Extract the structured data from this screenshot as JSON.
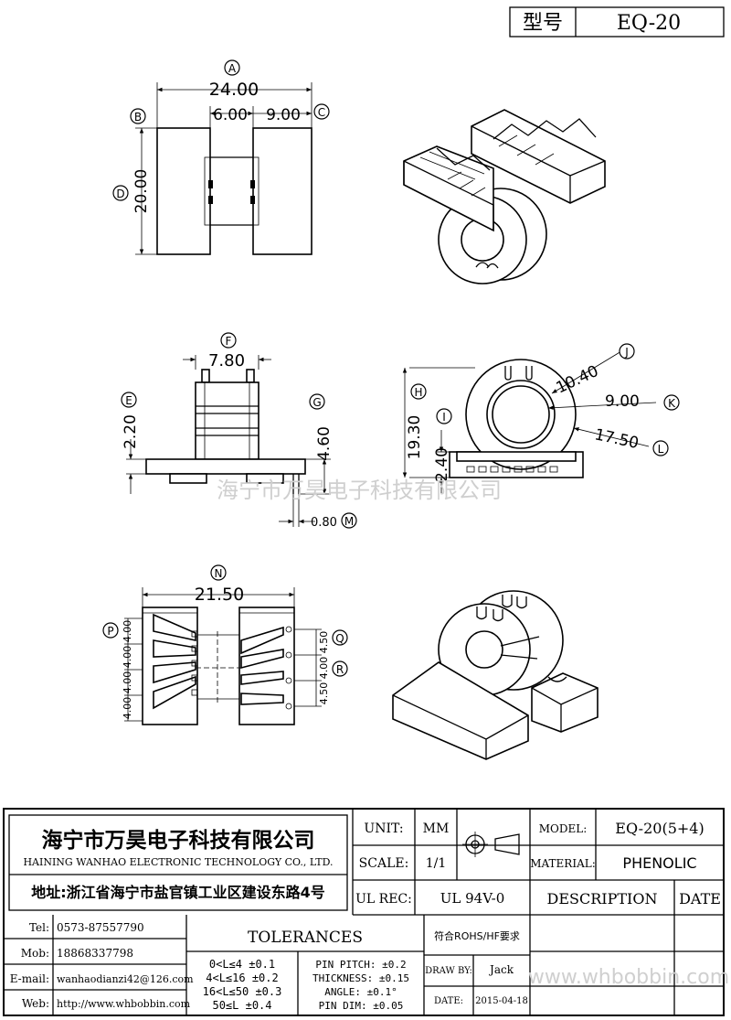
{
  "title_block": {
    "model_label": "型号",
    "model_value": "EQ-20"
  },
  "views": {
    "top": {
      "dim_width": "24.00",
      "dim_inner": "6.00",
      "dim_outer": "9.00",
      "dim_height": "20.00",
      "labels": [
        "A",
        "B",
        "C",
        "D"
      ]
    },
    "side": {
      "dim_pins": "7.80",
      "dim_e": "2.20",
      "dim_g": "4.60",
      "dim_m": "0.80",
      "labels": [
        "E",
        "F",
        "G",
        "M"
      ]
    },
    "front": {
      "dim_h": "19.30",
      "dim_i": "2.40",
      "dim_j": "10.40",
      "dim_k": "9.00",
      "dim_l": "17.50",
      "labels": [
        "H",
        "I",
        "J",
        "K",
        "L"
      ]
    },
    "bottom": {
      "dim_n": "21.50",
      "dim_p": [
        "4.00",
        "4.00",
        "4.00",
        "4.00"
      ],
      "dim_q": "4.50",
      "dim_r_mid": "4.00",
      "dim_r_low": "4.50",
      "labels": [
        "N",
        "P",
        "Q",
        "R"
      ]
    }
  },
  "watermark": "海宁市万昊电子科技有限公司",
  "company": {
    "name_cn": "海宁市万昊电子科技有限公司",
    "name_en": "HAINING WANHAO ELECTRONIC TECHNOLOGY CO., LTD.",
    "address": "地址:浙江省海宁市盐官镇工业区建设东路4号"
  },
  "contact": [
    {
      "label": "Tel:",
      "value": "0573-87557790"
    },
    {
      "label": "Mob:",
      "value": "18868337798"
    },
    {
      "label": "E-mail:",
      "value": "wanhaodianzi42@126.com"
    },
    {
      "label": "Web:",
      "value": "http://www.whbobbin.com"
    }
  ],
  "spec": {
    "unit_label": "UNIT:",
    "unit_value": "MM",
    "scale_label": "SCALE:",
    "scale_value": "1/1",
    "ulrec_label": "UL REC:",
    "ulrec_value": "UL 94V-0",
    "model_label": "MODEL:",
    "model_value": "EQ-20(5+4)",
    "material_label": "MATERIAL:",
    "material_value": "PHENOLIC",
    "description_label": "DESCRIPTION",
    "date_header": "DATE",
    "rohs": "符合ROHS/HF要求",
    "draw_by_label": "DRAW BY:",
    "draw_by_value": "Jack",
    "date_label": "DATE:",
    "date_value": "2015-04-18"
  },
  "tolerances": {
    "title": "TOLERANCES",
    "rows": [
      "0<L≤4 ±0.1",
      "4<L≤16 ±0.2",
      "16<L≤50 ±0.3",
      "50≤L ±0.4"
    ],
    "pin_rows": [
      "PIN PITCH: ±0.2",
      "THICKNESS: ±0.15",
      "ANGLE: ±0.1°",
      "PIN DIM: ±0.05"
    ]
  },
  "footer_watermark": "www.whbobbin.com"
}
